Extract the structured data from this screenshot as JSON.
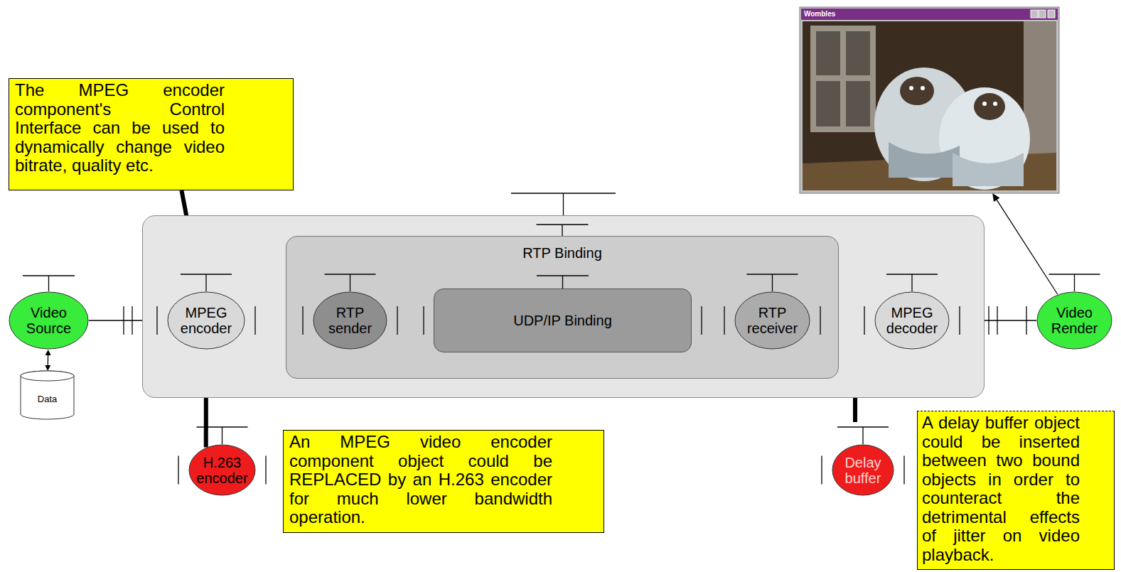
{
  "diagram": {
    "nodes": [
      {
        "text": [
          "The MPEG encoder component's Control Interface can be used to dynamically change video bitrate, quality etc."
        ]
      },
      {
        "text": [
          "Wombles"
        ]
      },
      {
        "text": [
          "Video Source"
        ]
      },
      {
        "text": [
          "Data"
        ]
      },
      {
        "text": []
      },
      {
        "text": [
          "MPEG encoder"
        ],
        "in": 4
      },
      {
        "text": [
          "RTP Binding"
        ],
        "in": 4
      },
      {
        "text": [
          "RTP sender"
        ],
        "in": 6
      },
      {
        "text": [
          "UDP/IP Binding"
        ],
        "in": 6
      },
      {
        "text": [
          "RTP receiver"
        ],
        "in": 6
      },
      {
        "text": [
          "MPEG decoder"
        ],
        "in": 4
      },
      {
        "text": [
          "Video Render"
        ]
      },
      {
        "text": [
          "H.263 encoder"
        ]
      },
      {
        "text": [
          "An MPEG video encoder component object could be REPLACED by an H.263 encoder for much lower bandwidth operation."
        ]
      },
      {
        "text": [
          "Delay buffer"
        ]
      },
      {
        "text": [
          "A delay buffer object could be inserted between two bound objects in order to counteract the detrimental effects of jitter on video playback."
        ]
      }
    ],
    "edges": [
      {
        "from": 0,
        "to": 5,
        "arrow": "to"
      },
      {
        "from": 2,
        "to": 3,
        "arrow": "both"
      },
      {
        "from": 2,
        "to": 5,
        "arrow": "none"
      },
      {
        "from": 5,
        "to": 7,
        "arrow": "none"
      },
      {
        "from": 7,
        "to": 8,
        "arrow": "none"
      },
      {
        "from": 8,
        "to": 9,
        "arrow": "none"
      },
      {
        "from": 9,
        "to": 10,
        "arrow": "none"
      },
      {
        "from": 10,
        "to": 11,
        "arrow": "none"
      },
      {
        "from": 11,
        "to": 1,
        "arrow": "to"
      },
      {
        "from": 12,
        "to": 5,
        "arrow": "to"
      }
    ]
  }
}
